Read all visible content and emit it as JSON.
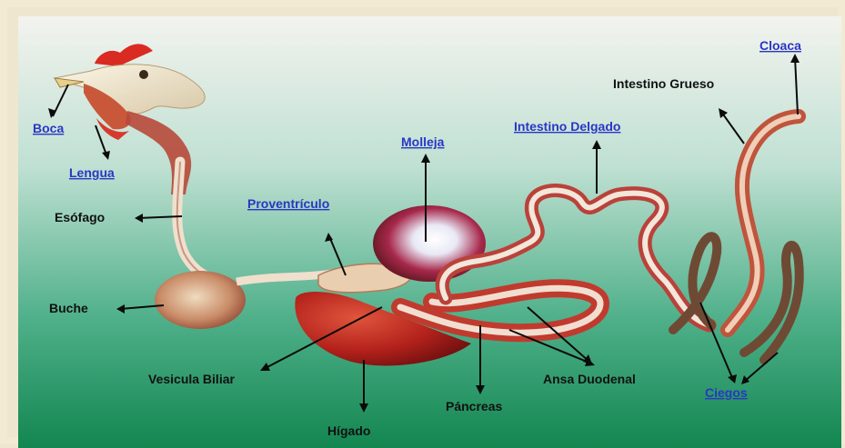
{
  "diagram": {
    "colors": {
      "link": "#2a37c4",
      "text": "#111111",
      "bg_top": "#f2f2ef",
      "bg_bottom": "#1f8f58"
    },
    "labels": {
      "boca": "Boca",
      "lengua": "Lengua",
      "esofago": "Esófago",
      "buche": "Buche",
      "proventriculo": "Proventrículo",
      "molleja": "Molleja",
      "intestino_delgado": "Intestino Delgado",
      "intestino_grueso": "Intestino Grueso",
      "cloaca": "Cloaca",
      "vesicula_biliar": "Vesicula Biliar",
      "higado": "Hígado",
      "pancreas": "Páncreas",
      "ansa_duodenal": "Ansa Duodenal",
      "ciegos": "Ciegos"
    }
  }
}
